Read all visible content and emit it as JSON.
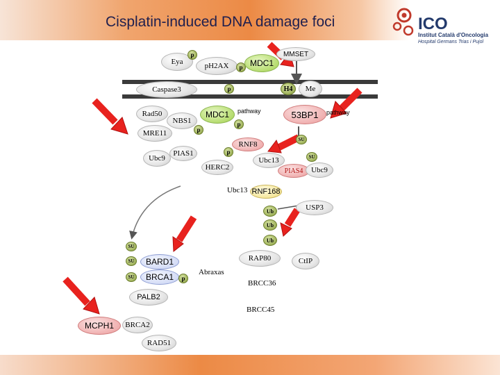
{
  "title": "Cisplatin-induced DNA damage foci",
  "logo": {
    "name": "ICO",
    "line1": "Institut Català d'Oncologia",
    "line2": "Hospital Germans Trias i Pujol"
  },
  "labels": {
    "eya": "Eya",
    "ph2ax": "pH2AX",
    "mdc1_top": "MDC1",
    "mmset": "MMSET",
    "caspase3": "Caspase3",
    "h4": "H4",
    "me": "Me",
    "rad50": "Rad50",
    "nbs1": "NBS1",
    "mre11": "MRE11",
    "mdc1_mid": "MDC1",
    "pathway_left": "pathway",
    "bp1": "53BP1",
    "pathway_right": "pathway",
    "rnf8": "RNF8",
    "ubc9_left": "Ubc9",
    "pias1": "PIAS1",
    "herc2": "HERC2",
    "ubc13_a": "Ubc13",
    "pias4": "PIAS4",
    "ubc9_right": "Ubc9",
    "ubc13_b": "Ubc13",
    "rnf168": "RNF168",
    "usp3": "USP3",
    "rap80": "RAP80",
    "ctip": "CtIP",
    "bard1": "BARD1",
    "brca1": "BRCA1",
    "abraxas": "Abraxas",
    "brcc36": "BRCC36",
    "brcc45": "BRCC45",
    "palb2": "PALB2",
    "mcph1": "MCPH1",
    "brca2": "BRCA2",
    "rad51": "RAD51"
  },
  "marks": {
    "p": "p",
    "su": "SU",
    "ub": "Ub"
  },
  "colors": {
    "arrow_red": "#e8221e",
    "title_text": "#1f1f4e",
    "banner_orange": "#ec8a45"
  }
}
